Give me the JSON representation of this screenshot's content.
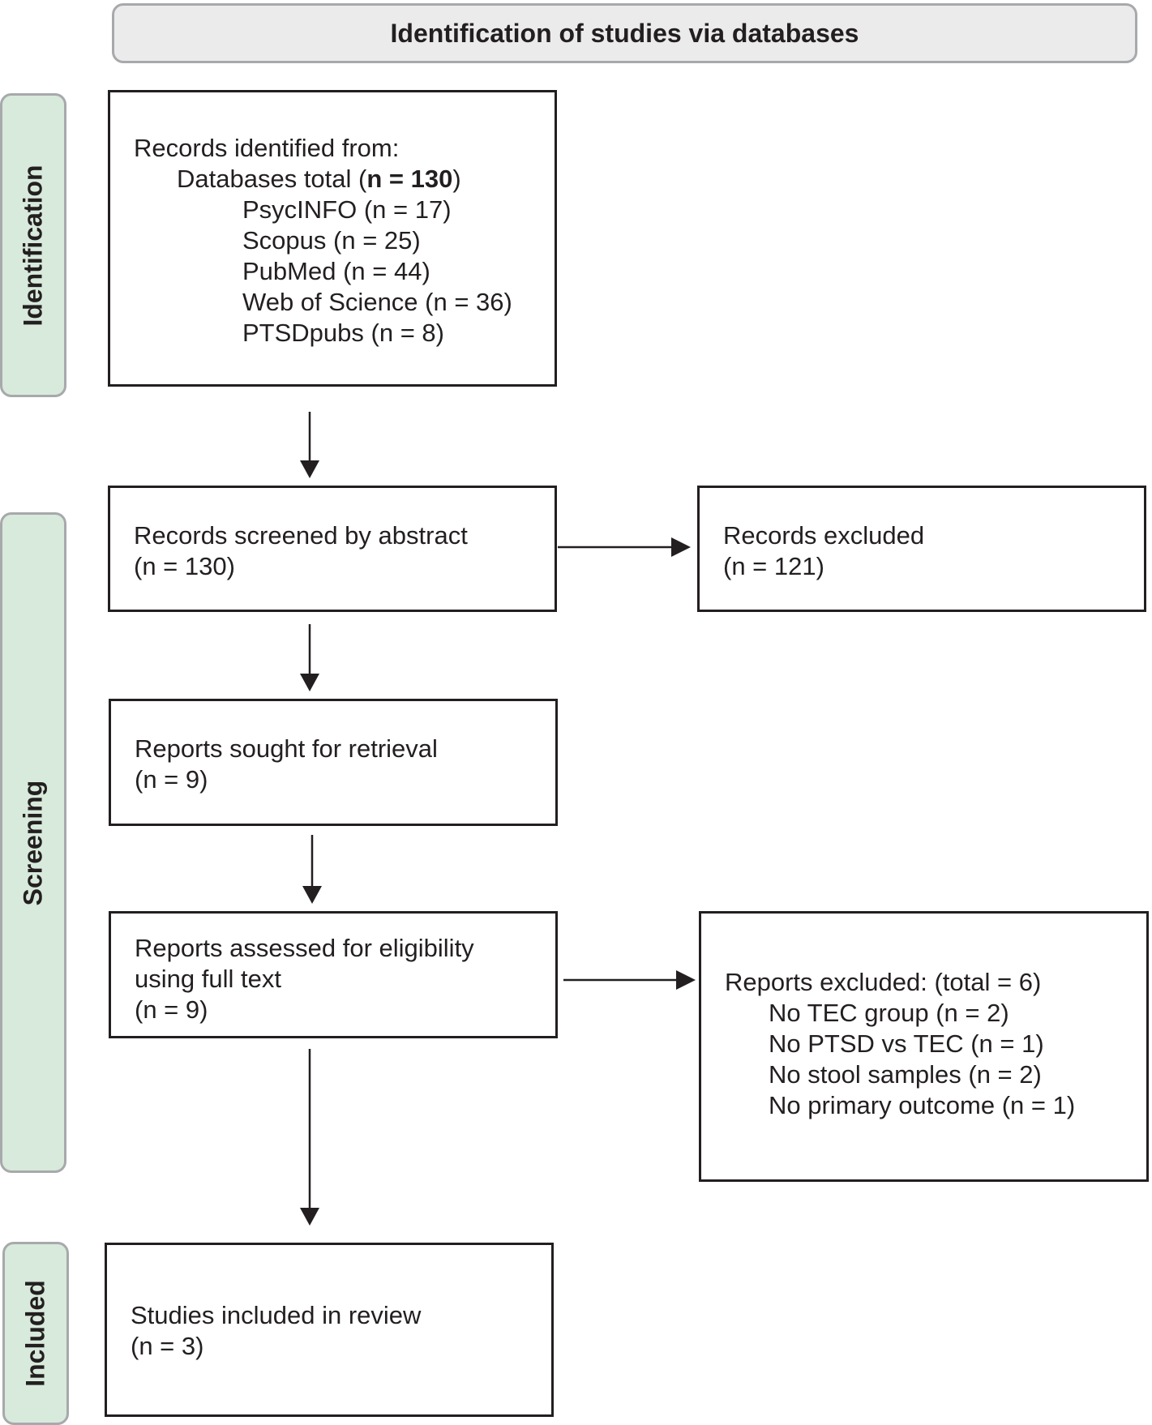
{
  "header": {
    "title": "Identification of studies via databases"
  },
  "phases": {
    "identification": "Identification",
    "screening": "Screening",
    "included": "Included"
  },
  "records_identified": {
    "heading": "Records identified from:",
    "db_total_prefix": "Databases total (",
    "db_total_bold": "n = 130",
    "db_total_suffix": ")",
    "sources": [
      "PsycINFO (n = 17)",
      "Scopus (n = 25)",
      "PubMed (n = 44)",
      "Web of Science (n = 36)",
      "PTSDpubs (n = 8)"
    ]
  },
  "records_screened": {
    "line1": "Records screened by abstract",
    "line2": "(n = 130)"
  },
  "records_excluded": {
    "line1": "Records excluded",
    "line2": "(n = 121)"
  },
  "reports_sought": {
    "line1": "Reports sought for retrieval",
    "line2": "(n = 9)"
  },
  "reports_assessed": {
    "line1": "Reports assessed for eligibility",
    "line2": "using full text",
    "line3": "(n = 9)"
  },
  "reports_excluded": {
    "heading": "Reports excluded: (total = 6)",
    "reasons": [
      "No TEC group (n = 2)",
      "No PTSD vs TEC (n = 1)",
      "No stool samples (n = 2)",
      "No primary outcome (n = 1)"
    ]
  },
  "studies_included": {
    "line1": "Studies included in review",
    "line2": "(n = 3)"
  }
}
